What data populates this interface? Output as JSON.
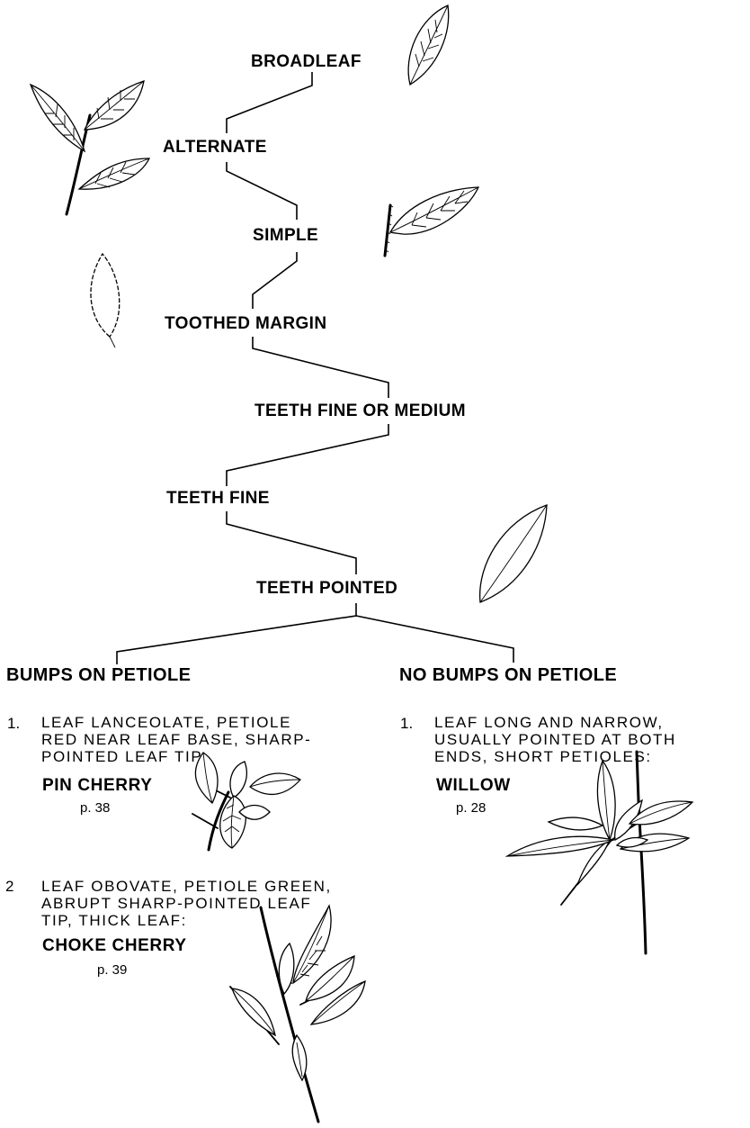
{
  "nodes": {
    "broadleaf": "BROADLEAF",
    "alternate": "ALTERNATE",
    "simple": "SIMPLE",
    "toothed_margin": "TOOTHED  MARGIN",
    "teeth_fine_or_medium": "TEETH  FINE  OR  MEDIUM",
    "teeth_fine": "TEETH  FINE",
    "teeth_pointed": "TEETH  POINTED"
  },
  "branches": {
    "left": {
      "title": "BUMPS  ON  PETIOLE",
      "entries": [
        {
          "number": "1.",
          "description": "LEAF  LANCEOLATE,  PETIOLE\nRED  NEAR  LEAF  BASE,  SHARP-\nPOINTED  LEAF  TIP:",
          "species": "PIN  CHERRY",
          "page": "p. 38"
        },
        {
          "number": "2",
          "description": "LEAF  OBOVATE,  PETIOLE  GREEN,\nABRUPT  SHARP-POINTED  LEAF\nTIP,  THICK  LEAF:",
          "species": "CHOKE  CHERRY",
          "page": "p. 39"
        }
      ]
    },
    "right": {
      "title": "NO  BUMPS  ON  PETIOLE",
      "entries": [
        {
          "number": "1.",
          "description": "LEAF  LONG  AND  NARROW,\nUSUALLY  POINTED  AT  BOTH\nENDS,  SHORT  PETIOLES:",
          "species": "WILLOW",
          "page": "p. 28"
        }
      ]
    }
  },
  "illustrations": [
    "broadleaf-leaf-icon",
    "alternate-twig-icon",
    "simple-leaf-icon",
    "toothed-leaf-icon",
    "pointed-teeth-leaf-icon",
    "pin-cherry-twig-icon",
    "willow-twig-icon",
    "choke-cherry-twig-icon"
  ]
}
